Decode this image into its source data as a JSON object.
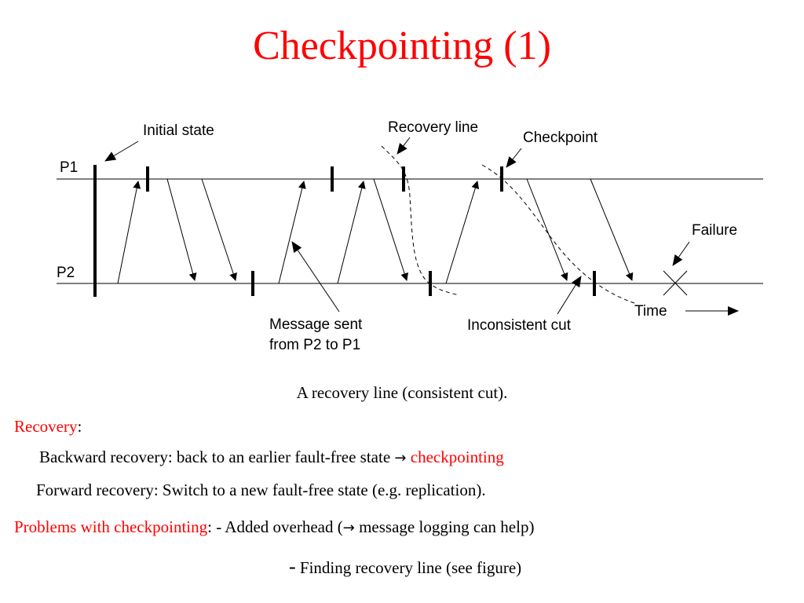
{
  "slide": {
    "title": "Checkpointing (1)",
    "caption": "A recovery line (consistent cut).",
    "recovery_heading": "Recovery",
    "recovery_colon": ":",
    "backward_text": "Backward recovery: back to an earlier fault-free state",
    "backward_arrow": "→",
    "backward_red": "checkpointing",
    "forward_text": "Forward recovery: Switch to a new fault-free state (e.g. replication).",
    "problems_red": "Problems with checkpointing",
    "problems_text_1": ": - Added overhead (",
    "problems_arrow": "→",
    "problems_text_2": " message logging can help)",
    "finding_dash": "-",
    "finding_text": " Finding recovery line (see figure)"
  },
  "diagram": {
    "labels": {
      "p1": "P1",
      "p2": "P2",
      "initial_state": "Initial state",
      "recovery_line": "Recovery line",
      "checkpoint": "Checkpoint",
      "failure": "Failure",
      "message_line1": "Message sent",
      "message_line2": "from P2 to P1",
      "inconsistent_cut": "Inconsistent cut",
      "time": "Time"
    }
  },
  "colors": {
    "accent": "#ff0000",
    "text": "#000000"
  }
}
